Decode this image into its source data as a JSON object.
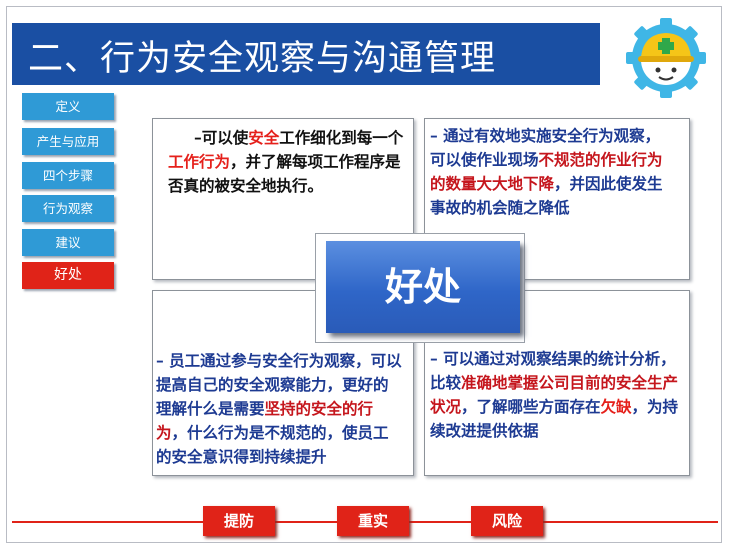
{
  "slide": {
    "title": "二、行为安全观察与沟通管理"
  },
  "sidebar": {
    "items": [
      {
        "label": "定义"
      },
      {
        "label": "产生与应用"
      },
      {
        "label": "四个步骤"
      },
      {
        "label": "行为观察"
      },
      {
        "label": "建议"
      },
      {
        "label": "好处"
      }
    ],
    "active_index": 5
  },
  "center": {
    "label": "好处"
  },
  "boxes": {
    "top_left": {
      "s1": "–可以使",
      "s2": "安全",
      "s3": "工作细化到每一个",
      "s4": "工作行为",
      "s5": "，并了解每项工作程序是否真的被安全地执行。"
    },
    "top_right": {
      "s1": "– 通过有效地实施安全行为观察，可以使作业现场",
      "s2": "不规范的作业行为的数量大大地下降",
      "s3": "，并因此使发生事故的机会随之降低"
    },
    "bottom_left": {
      "s1": "– 员工通过参与安全行为观察，可以提高自己的安全观察能力，更好的理解什么是需要",
      "s2": "坚持的安全的行为",
      "s3": "，什么行为是不规范的，使员工的安全意识得到持续提升"
    },
    "bottom_right": {
      "s1": "– 可以通过对观察结果的统计分析，比较",
      "s2": "准确地掌握公司目前的安全生产状况",
      "s3": "，了解哪些方面存在",
      "s4": "欠缺",
      "s5": "，为持续改进提供依据"
    }
  },
  "bottom_buttons": [
    {
      "label": "提防"
    },
    {
      "label": "重实"
    },
    {
      "label": "风险"
    }
  ],
  "colors": {
    "title_bar": "#1a4fa3",
    "sidebar_item": "#2f9ad6",
    "active_item": "#e02318",
    "highlight_red": "#e5201b",
    "text_blue": "#1d3a92"
  },
  "icons": {
    "logo": "safety-helmet-gear-logo-icon"
  }
}
